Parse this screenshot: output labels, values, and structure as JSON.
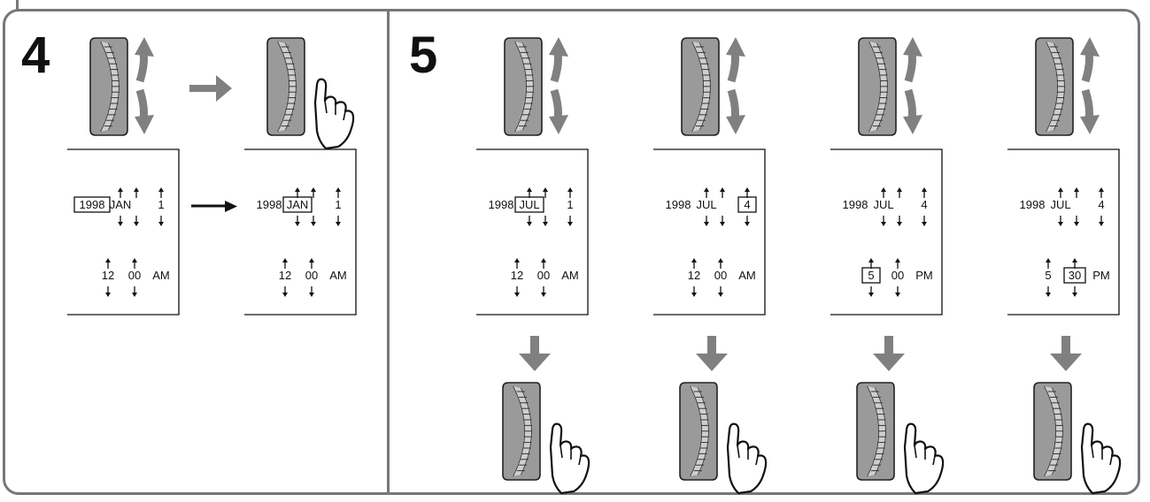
{
  "steps": {
    "left": "4",
    "right": "5"
  },
  "icons": {
    "dial": "jog-dial-icon",
    "rotate": "up-down-rotate-icon",
    "press": "pressing-hand-icon",
    "flow": "arrow-right-icon",
    "down": "arrow-down-icon"
  },
  "colors": {
    "frame": "#777777",
    "arrow": "#808080",
    "dial": "#8a8a8a",
    "text": "#111111"
  },
  "panels": [
    {
      "year": "1998",
      "month": "JAN",
      "day": "1",
      "hour": "12",
      "minute": "00",
      "ampm": "AM",
      "highlight": "year"
    },
    {
      "year": "1998",
      "month": "JAN",
      "day": "1",
      "hour": "12",
      "minute": "00",
      "ampm": "AM",
      "highlight": "month"
    },
    {
      "year": "1998",
      "month": "JUL",
      "day": "1",
      "hour": "12",
      "minute": "00",
      "ampm": "AM",
      "highlight": "month"
    },
    {
      "year": "1998",
      "month": "JUL",
      "day": "4",
      "hour": "12",
      "minute": "00",
      "ampm": "AM",
      "highlight": "day"
    },
    {
      "year": "1998",
      "month": "JUL",
      "day": "4",
      "hour": "5",
      "minute": "00",
      "ampm": "PM",
      "highlight": "hour"
    },
    {
      "year": "1998",
      "month": "JUL",
      "day": "4",
      "hour": "5",
      "minute": "30",
      "ampm": "PM",
      "highlight": "minute"
    }
  ]
}
